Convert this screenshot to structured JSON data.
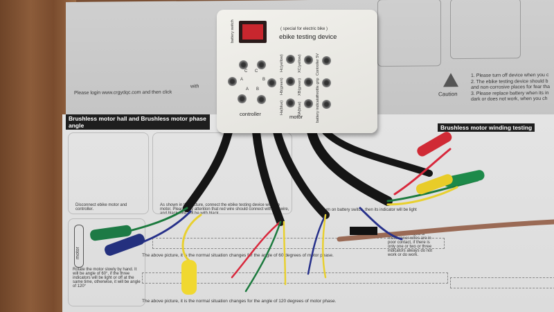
{
  "top_sheet": {
    "login_text": "Please login www.crgydqc.com and then click",
    "caution_label": "Caution",
    "caution_items": [
      "1. Please turn off device when you c",
      "2. The ebike testing device should b",
      "and non-corrosive places for fear tha",
      "3. Please replace battery when its in",
      "dark or does not work, when you ch"
    ],
    "with_text": "with"
  },
  "device": {
    "switch_label": "battery switch",
    "subtitle": "( special for electric bike )",
    "title": "ebike testing device",
    "controller_label": "controller",
    "motor_label": "motor",
    "controller_ports": [
      "A",
      "B",
      "C",
      "A",
      "B",
      "C"
    ],
    "motor_ports": [
      "Hc(yellow)",
      "Hb(green)",
      "Ha(blue)",
      "XC(yellow)",
      "XB(green)",
      "XA(blue)"
    ],
    "other_ports": [
      "Controller 5V",
      "throttle grip",
      "battery indicator"
    ]
  },
  "bottom_sheet": {
    "header_left": "Brushless motor hall and Brushless motor phase angle",
    "header_right": "Brushless motor winding testing",
    "step1": "Disconnect ebike motor and controller.",
    "step2": "As shown in the picture, connect the ebike testing device with the motor. Please pay attention that red wire should connect with red wire, and black wire will be with black",
    "step3": "Turn on battery switch, then its indicator will be light",
    "step4": "Rotate the motor slowly by hand. It will be angle of 60°, if the three indicators will be light or off at the same time, otherwise, it will be angle of 120°",
    "step5": "The above picture, it is the normal situation changes for the angle of 60 degrees of motor phase.",
    "step6": "The above picture, it is the normal situation changes for the angle of 120 degrees of motor phase.",
    "step_right": "If hall is damaged or motor inner wires are in poor contact, if there is only one or two or three indicators always do not work or do work.",
    "motor_label": "motor"
  },
  "colors": {
    "switch": "#c8262e",
    "device": "#eeede8",
    "wood": "#7a4f33"
  }
}
